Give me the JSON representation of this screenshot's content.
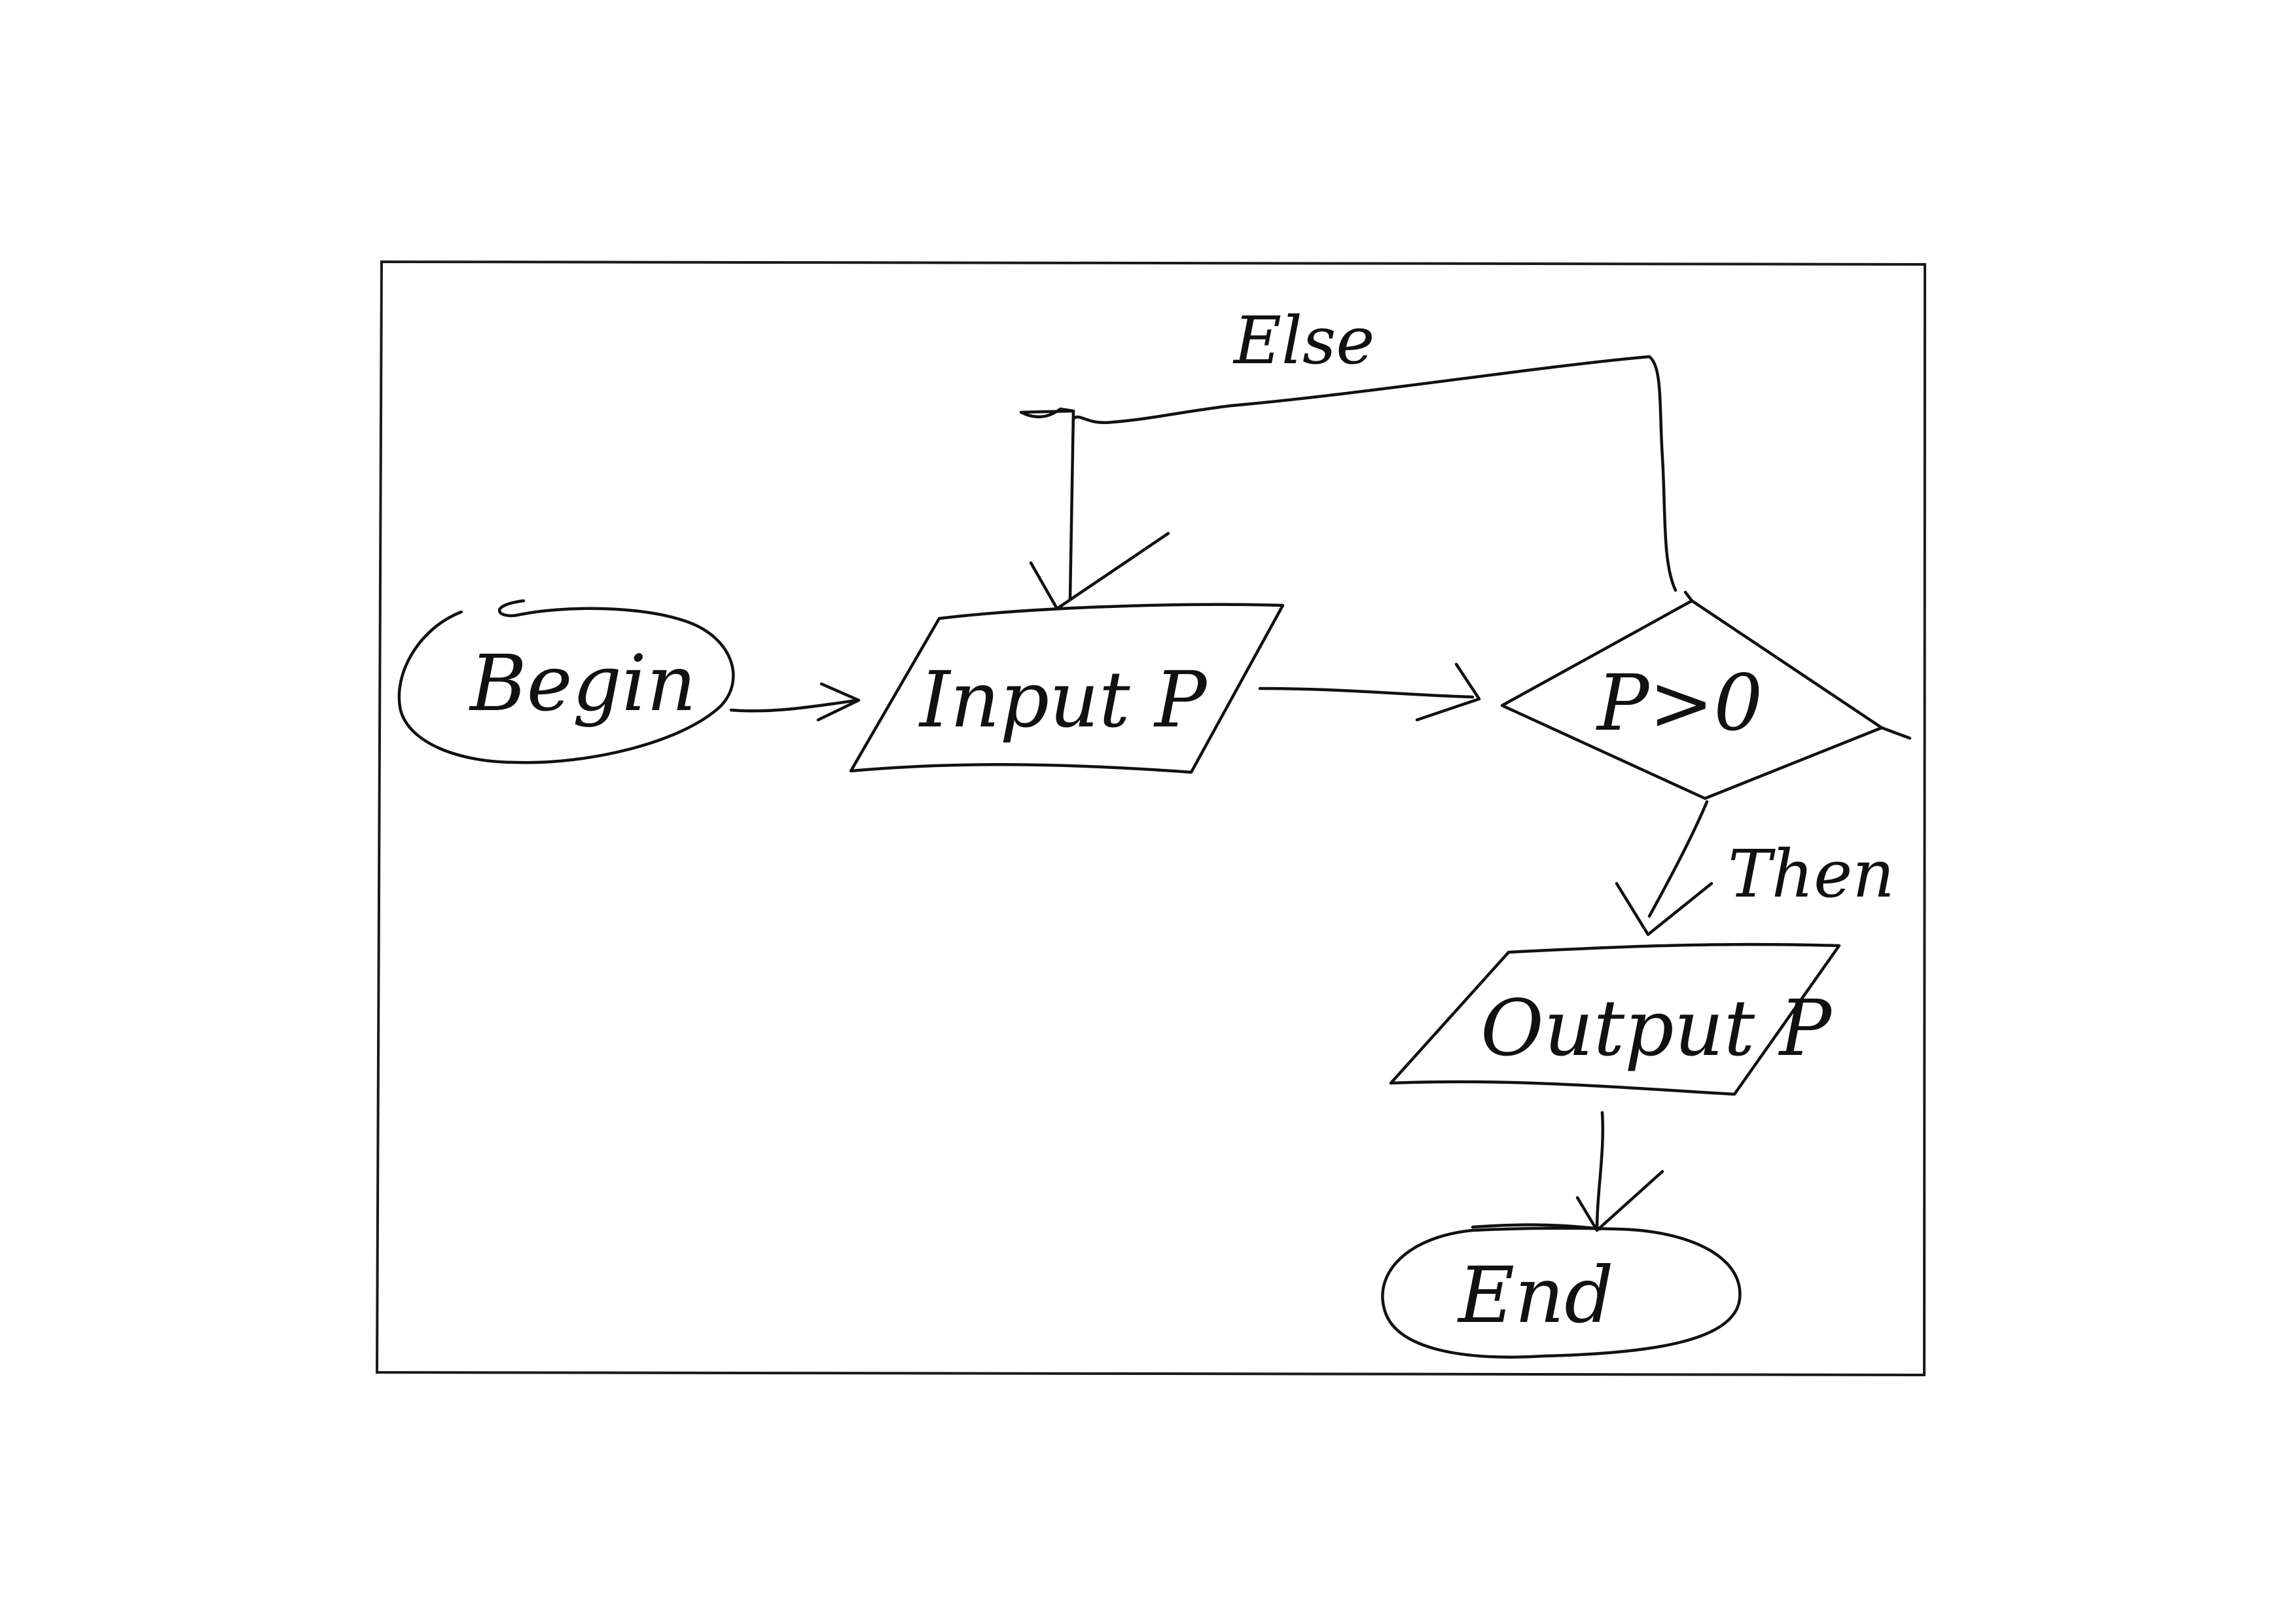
{
  "flowchart": {
    "nodes": [
      {
        "id": "begin",
        "shape": "terminator",
        "label": "Begin"
      },
      {
        "id": "input",
        "shape": "input-output",
        "label": "Input P"
      },
      {
        "id": "decision",
        "shape": "decision",
        "label": "P>0"
      },
      {
        "id": "output",
        "shape": "input-output",
        "label": "Output P"
      },
      {
        "id": "end",
        "shape": "terminator",
        "label": "End"
      }
    ],
    "edges": [
      {
        "from": "begin",
        "to": "input",
        "label": ""
      },
      {
        "from": "input",
        "to": "decision",
        "label": ""
      },
      {
        "from": "decision",
        "to": "output",
        "label": "Then"
      },
      {
        "from": "decision",
        "to": "input",
        "label": "Else"
      },
      {
        "from": "output",
        "to": "end",
        "label": ""
      }
    ],
    "labels": {
      "begin": "Begin",
      "input": "Input P",
      "decision": "P>0",
      "output": "Output P",
      "end": "End",
      "then": "Then",
      "else": "Else"
    }
  },
  "colors": {
    "ink": "#111111",
    "background": "#ffffff"
  }
}
